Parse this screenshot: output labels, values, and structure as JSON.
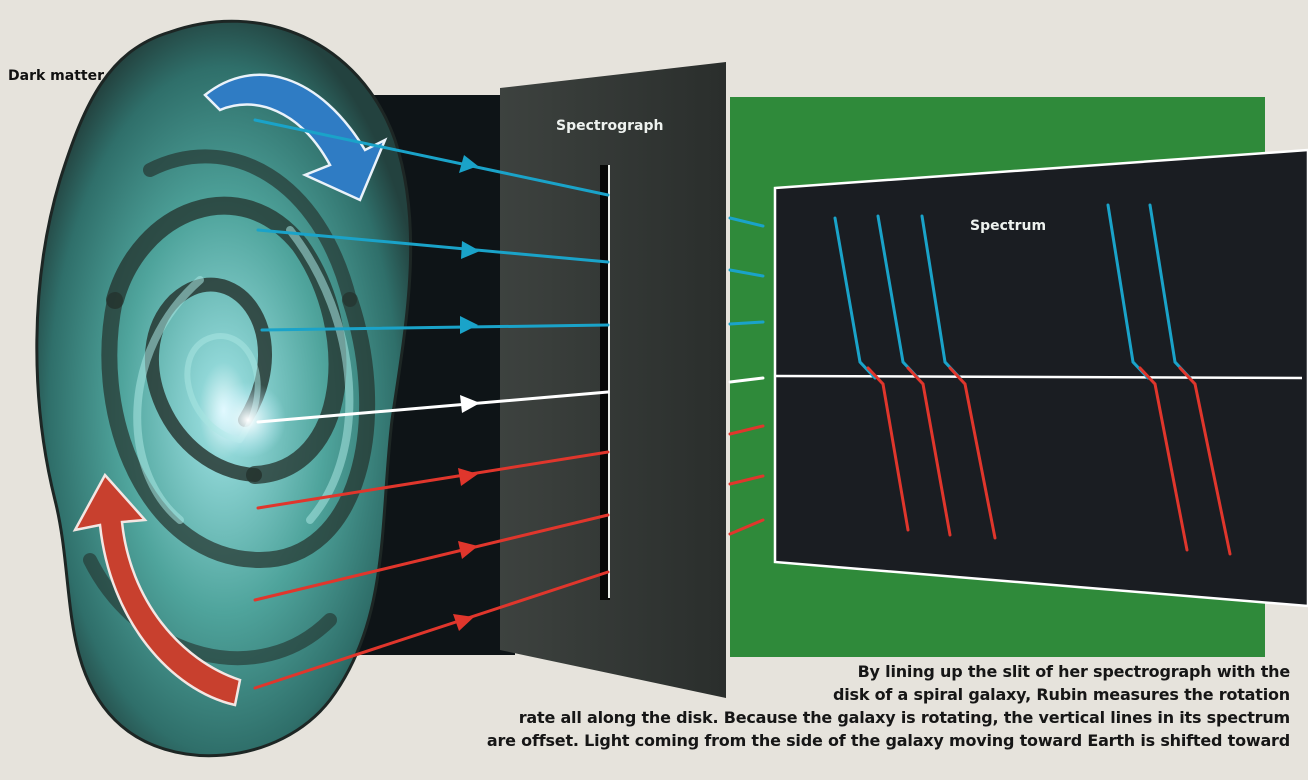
{
  "labels": {
    "dark_matter": "Dark matter",
    "spectrograph": "Spectrograph",
    "spectrum": "Spectrum"
  },
  "caption": {
    "line1": "By lining up the slit of her spectrograph with the",
    "line2": "disk of a spiral galaxy, Rubin measures the rotation",
    "line3": "rate all along the disk. Because the galaxy is rotating, the vertical lines in its spectrum",
    "line4": "are offset. Light coming from the side of the galaxy moving toward Earth is shifted toward"
  },
  "colors": {
    "approaching": "#1aa3c9",
    "receding": "#e0362c",
    "center": "#ffffff",
    "backdrop": "#2f8a3a",
    "panel": "#1a1d22"
  },
  "icons": {
    "rotation_top": "blue-curved-arrow-icon",
    "rotation_bottom": "red-curved-arrow-icon"
  }
}
